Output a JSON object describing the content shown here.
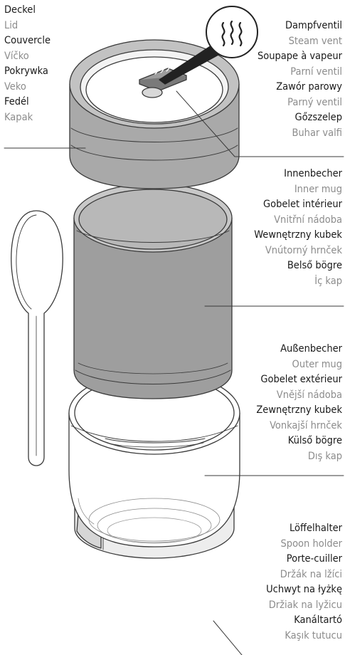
{
  "callouts": {
    "lid": [
      "Deckel",
      "Lid",
      "Couvercle",
      "Víčko",
      "Pokrywka",
      "Veko",
      "Fedél",
      "Kapak"
    ],
    "steam_vent": [
      "Dampfventil",
      "Steam vent",
      "Soupape à vapeur",
      "Parní ventil",
      "Zawór parowy",
      "Parný ventil",
      "Gőzszelep",
      "Buhar valfi"
    ],
    "inner_mug": [
      "Innenbecher",
      "Inner mug",
      "Gobelet intérieur",
      "Vnitřní nádoba",
      "Wewnętrzny kubek",
      "Vnútorný hrnček",
      "Belső bögre",
      "İç kap"
    ],
    "outer_mug": [
      "Außenbecher",
      "Outer mug",
      "Gobelet extérieur",
      "Vnější nádoba",
      "Zewnętrzny kubek",
      "Vonkajší hrnček",
      "Külső bögre",
      "Dış kap"
    ],
    "spoon_holder": [
      "Löffelhalter",
      "Spoon holder",
      "Porte-cuiller",
      "Držák na lžíci",
      "Uchwyt na łyżkę",
      "Držiak na lyžicu",
      "Kanáltartó",
      "Kaşık tutucu"
    ]
  },
  "colors": {
    "dark_text": "#1a1a1a",
    "light_text": "#8c8c8c",
    "lid_fill": "#b4b4b4",
    "inner_mug_fill": "#9e9e9e",
    "outline": "#3a3a3a"
  },
  "icons": [
    "steam-icon"
  ]
}
